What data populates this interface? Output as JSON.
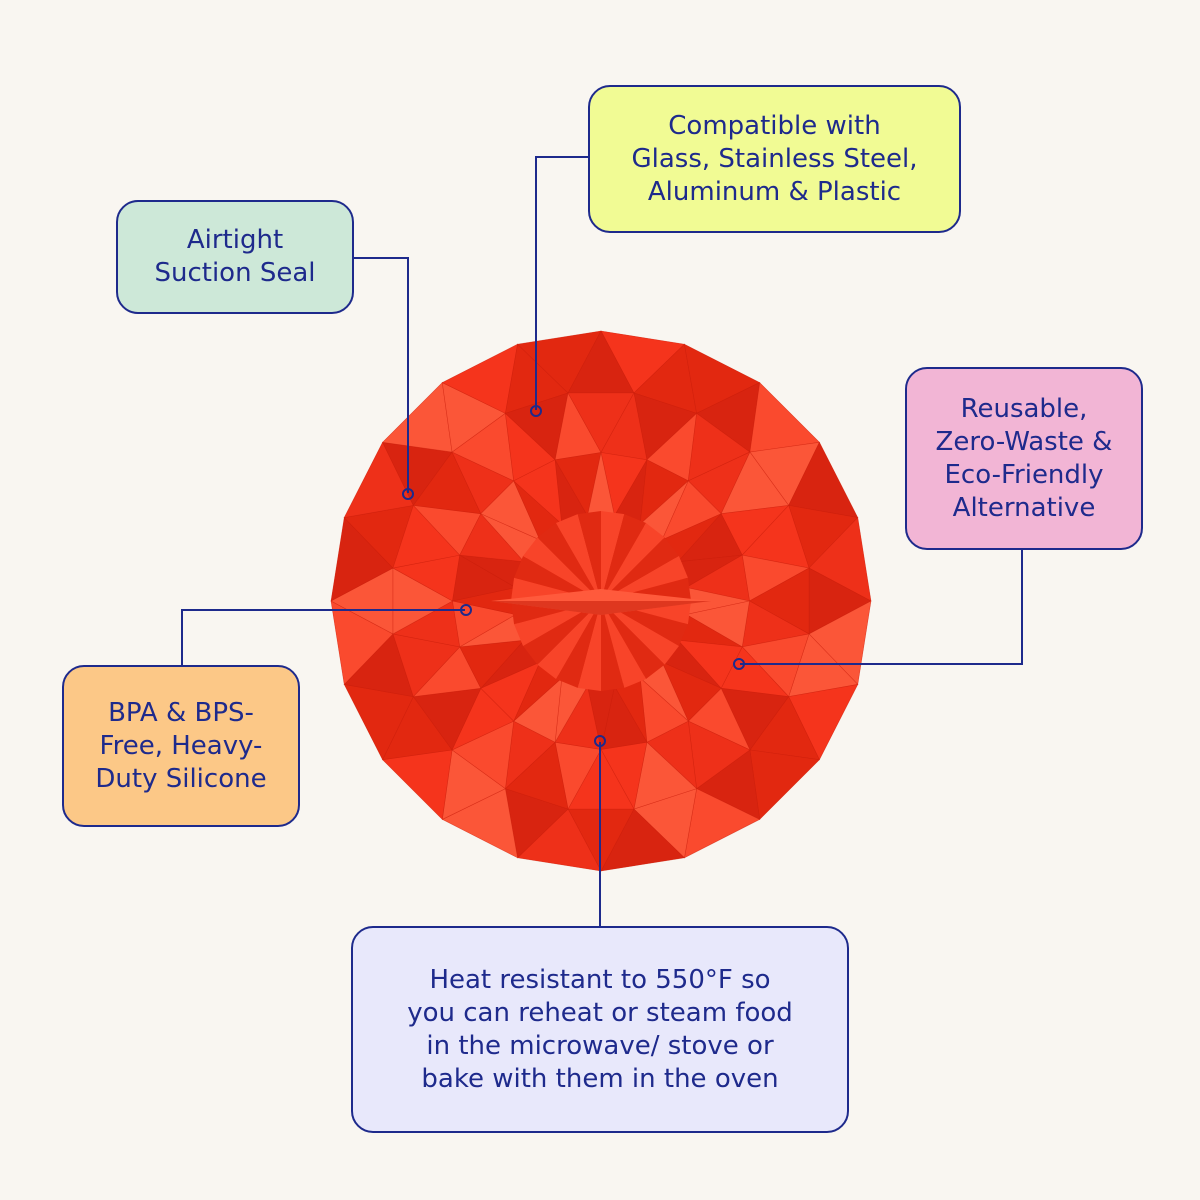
{
  "colors": {
    "background": "#f9f6f1",
    "ink": "#1e2a8c",
    "lid_red": "#f5341c",
    "callout_compatible": "#f1fb94",
    "callout_airtight": "#cde8d8",
    "callout_reusable": "#f2b5d5",
    "callout_bpa": "#fcc887",
    "callout_heat": "#e8e8fb"
  },
  "product_image": {
    "icon": "red-faceted-silicone-lid"
  },
  "callouts": {
    "compatible": "Compatible with\nGlass, Stainless Steel,\nAluminum & Plastic",
    "airtight": "Airtight\nSuction Seal",
    "reusable": "Reusable,\nZero-Waste &\nEco-Friendly\nAlternative",
    "bpa": "BPA & BPS-\nFree, Heavy-\nDuty Silicone",
    "heat": "Heat resistant to 550°F so\nyou can reheat or steam food\nin the microwave/ stove or\nbake with them in the oven"
  }
}
